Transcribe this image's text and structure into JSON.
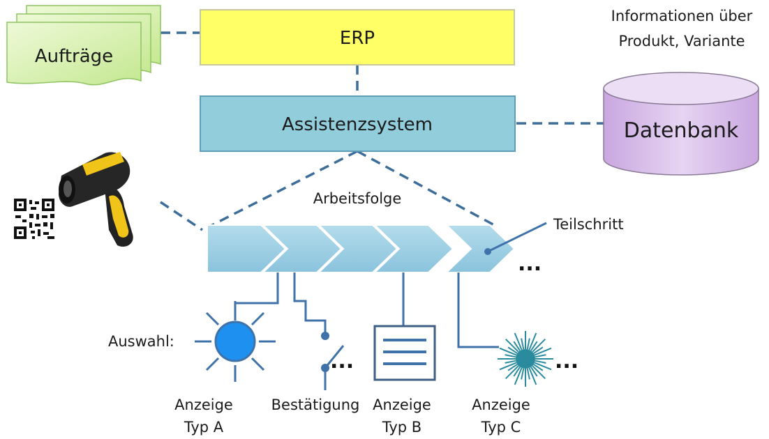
{
  "erp": {
    "label": "ERP"
  },
  "auftraege": {
    "label": "Aufträge"
  },
  "assistenzsystem": {
    "label": "Assistenzsystem"
  },
  "datenbank": {
    "label": "Datenbank",
    "info_line1": "Informationen über",
    "info_line2": "Produkt, Variante"
  },
  "arbeitsfolge": {
    "label": "Arbeitsfolge",
    "teilschritt_label": "Teilschritt",
    "ellipsis": "..."
  },
  "auswahl": {
    "label": "Auswahl:"
  },
  "outputs": {
    "anzeige_a": {
      "line1": "Anzeige",
      "line2": "Typ A"
    },
    "bestaetigung": {
      "line1": "Bestätigung",
      "ellipsis": "..."
    },
    "anzeige_b": {
      "line1": "Anzeige",
      "line2": "Typ B"
    },
    "anzeige_c": {
      "line1": "Anzeige",
      "line2": "Typ C",
      "ellipsis": "..."
    }
  },
  "colors": {
    "erp_fill": "#ffff66",
    "assist_fill": "#92cddc",
    "chevron_fill": "#9ccfe3",
    "auftraege_fill": "#d4f0a8",
    "datenbank_fill": "#d8bfe8",
    "lamp_blue": "#1e90f0",
    "lamp_teal": "#2a8a9e",
    "line_blue": "#3e72a8"
  }
}
